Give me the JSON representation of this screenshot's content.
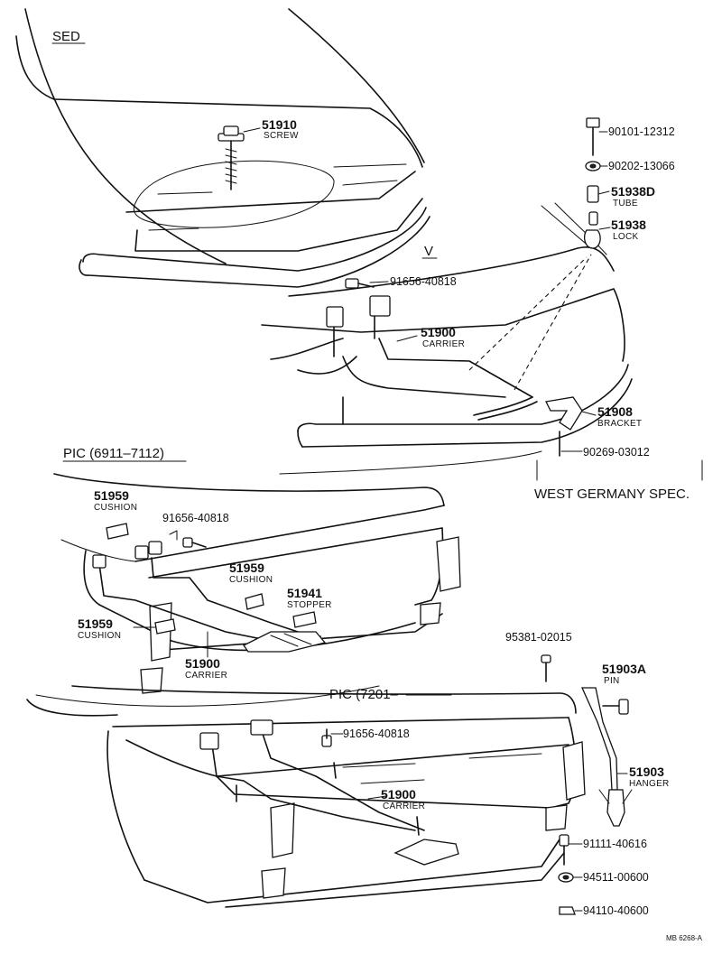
{
  "sections": {
    "sed": "SED",
    "v": "V",
    "pic1": "PIC (6911–7112)",
    "pic2": "PIC (7201–",
    "west_germany": "WEST GERMANY SPEC."
  },
  "callouts": {
    "c51910": {
      "num": "51910",
      "name": "SCREW"
    },
    "p90101": {
      "num": "90101-12312"
    },
    "p90202": {
      "num": "90202-13066"
    },
    "c51938D": {
      "num": "51938D",
      "name": "TUBE"
    },
    "c51938": {
      "num": "51938",
      "name": "LOCK"
    },
    "p91656a": {
      "num": "91656-40818"
    },
    "c51900a": {
      "num": "51900",
      "name": "CARRIER"
    },
    "c51908": {
      "num": "51908",
      "name": "BRACKET"
    },
    "p90269": {
      "num": "90269-03012"
    },
    "c51959a": {
      "num": "51959",
      "name": "CUSHION"
    },
    "p91656b": {
      "num": "91656-40818"
    },
    "c51959b": {
      "num": "51959",
      "name": "CUSHION"
    },
    "c51941": {
      "num": "51941",
      "name": "STOPPER"
    },
    "c51959c": {
      "num": "51959",
      "name": "CUSHION"
    },
    "c51900b": {
      "num": "51900",
      "name": "CARRIER"
    },
    "p95381": {
      "num": "95381-02015"
    },
    "c51903A": {
      "num": "51903A",
      "name": "PIN"
    },
    "p91656c": {
      "num": "91656-40818"
    },
    "c51900c": {
      "num": "51900",
      "name": "CARRIER"
    },
    "c51903": {
      "num": "51903",
      "name": "HANGER"
    },
    "p91111": {
      "num": "91111-40616"
    },
    "p94511": {
      "num": "94511-00600"
    },
    "p94110": {
      "num": "94110-40600"
    }
  },
  "footer": {
    "code": "MB 6268-A"
  }
}
